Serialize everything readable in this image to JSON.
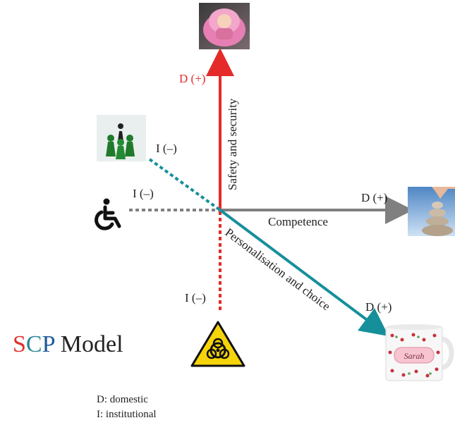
{
  "title": {
    "s": "S",
    "c": "C",
    "p": "P",
    "rest": " Model",
    "s_color": "#e03030",
    "c_color": "#2a8a9a",
    "p_color": "#1d5a9a"
  },
  "axes": {
    "safety": {
      "name": "Safety and security",
      "positive": "D (+)",
      "negative": "I (–)",
      "color": "#e52a2a",
      "icon_top": "child-car-seat-photo",
      "icon_bottom": "biohazard-sign"
    },
    "competence": {
      "name": "Competence",
      "positive": "D (+)",
      "negative": "I (–)",
      "color": "#808080",
      "icon_right": "balancing-stones-photo",
      "icon_left": "wheelchair-icon"
    },
    "personalisation": {
      "name": "Personalisation and choice",
      "positive": "D (+)",
      "negative": "I (–)",
      "color": "#15909a",
      "icon_right": "personalised-mug-photo",
      "icon_left": "game-pawns-photo"
    }
  },
  "mug_text": "Sarah",
  "legend": {
    "domestic": "D: domestic",
    "institutional": "I: institutional"
  }
}
